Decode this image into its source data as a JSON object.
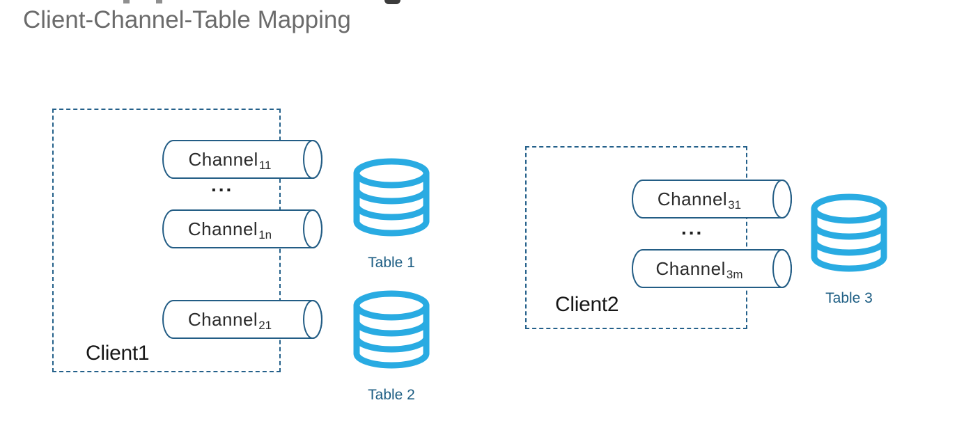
{
  "page": {
    "title": "Client-Channel-Table Mapping"
  },
  "clients": [
    {
      "label": "Client1",
      "channels": [
        {
          "base": "Channel",
          "sub": "11"
        },
        {
          "base": "Channel",
          "sub": "1n"
        },
        {
          "base": "Channel",
          "sub": "21"
        }
      ],
      "ellipsis": "..."
    },
    {
      "label": "Client2",
      "channels": [
        {
          "base": "Channel",
          "sub": "31"
        },
        {
          "base": "Channel",
          "sub": "3m"
        }
      ],
      "ellipsis": "..."
    }
  ],
  "tables": [
    {
      "label": "Table 1"
    },
    {
      "label": "Table 2"
    },
    {
      "label": "Table 3"
    }
  ],
  "icons": {
    "database": "database-icon",
    "pipe": "channel-pipe-icon"
  },
  "colors": {
    "database_icon_blue": "#29ABE2",
    "pipe_outline_blue": "#235D85",
    "dashed_box_blue": "#24608A",
    "table_label_blue": "#1C5D83",
    "title_gray": "#6B6B6B",
    "text_dark": "#2B2B2B"
  }
}
